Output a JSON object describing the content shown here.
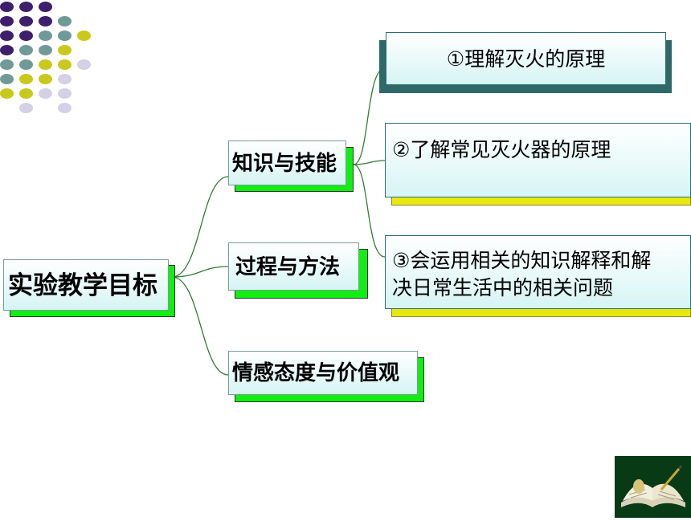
{
  "diagram": {
    "root": {
      "label": "实验教学目标"
    },
    "branches": [
      {
        "label": "知识与技能"
      },
      {
        "label": "过程与方法"
      },
      {
        "label": "情感态度与价值观"
      }
    ],
    "leaves": [
      {
        "lines": [
          "①理解灭火的原理"
        ]
      },
      {
        "lines": [
          "②了解常见灭火器的原理"
        ]
      },
      {
        "lines": [
          "③会运用相关的知识解释和解",
          "决日常生活中的相关问题"
        ]
      }
    ]
  },
  "colors": {
    "shadow_green": "#11ee11",
    "shadow_yellow": "#e8e810",
    "shadow_teal": "#2f6868",
    "connector": "#2e7d32",
    "dot_purple": "#3d1f6b",
    "dot_teal": "#6f9a98",
    "dot_yellow": "#c9c91c",
    "dot_lavender": "#d4d0e6"
  },
  "decorations": {
    "corner_icon": "book-pen-icon"
  }
}
